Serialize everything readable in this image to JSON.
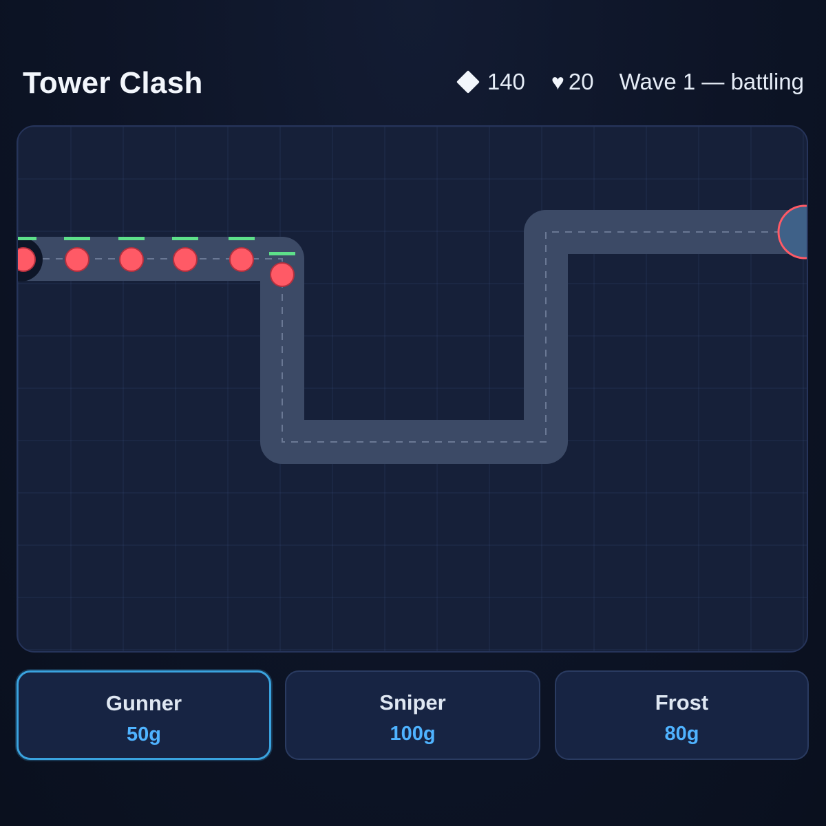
{
  "header": {
    "title": "Tower Clash",
    "gold": "140",
    "lives": "20",
    "wave_status": "Wave 1 — battling",
    "gold_icon": "diamond-icon",
    "lives_icon": "heart-icon"
  },
  "colors": {
    "enemy": "#ff5a66",
    "health_bar": "#5ee08a",
    "path": "#3c4a66",
    "accent": "#4fb3ff"
  },
  "map": {
    "enemies": [
      {
        "health": 1.0
      },
      {
        "health": 1.0
      },
      {
        "health": 1.0
      },
      {
        "health": 1.0
      },
      {
        "health": 1.0
      },
      {
        "health": 1.0
      }
    ]
  },
  "shop": {
    "towers": [
      {
        "name": "Gunner",
        "cost": "50g",
        "selected": true
      },
      {
        "name": "Sniper",
        "cost": "100g",
        "selected": false
      },
      {
        "name": "Frost",
        "cost": "80g",
        "selected": false
      }
    ]
  }
}
